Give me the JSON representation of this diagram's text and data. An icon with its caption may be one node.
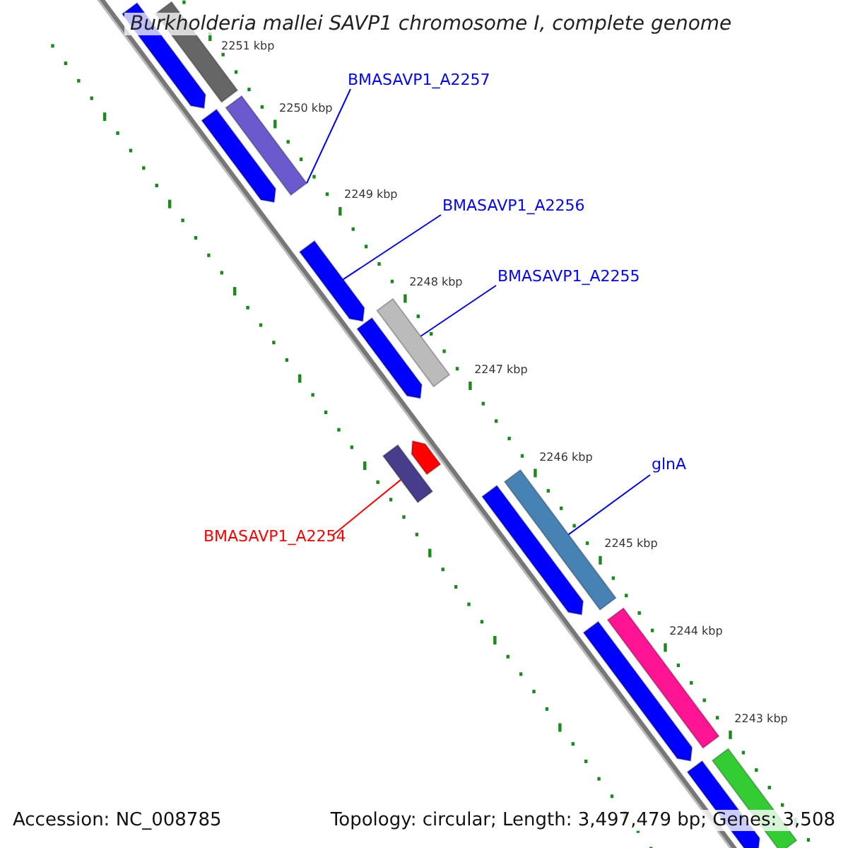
{
  "diagram": {
    "title": "Burkholderia mallei SAVP1 chromosome I, complete genome",
    "nodes": [
      {
        "text": [
          "BMASAVP1_A2257"
        ]
      },
      {
        "text": [],
        "shape": "bar"
      },
      {
        "text": [
          "BMASAVP1_A2256"
        ]
      },
      {
        "text": [],
        "shape": "arrow"
      },
      {
        "text": [
          "BMASAVP1_A2255"
        ]
      },
      {
        "text": [],
        "shape": "bar"
      },
      {
        "text": [
          "glnA"
        ]
      },
      {
        "text": [],
        "shape": "bar"
      },
      {
        "text": [
          "BMASAVP1_A2254"
        ]
      },
      {
        "text": [],
        "shape": "bar"
      },
      {
        "text": [],
        "shape": "bar"
      },
      {
        "text": [],
        "shape": "arrow"
      },
      {
        "text": [],
        "shape": "arrow"
      },
      {
        "text": [],
        "shape": "arrow"
      },
      {
        "text": [],
        "shape": "arrow"
      },
      {
        "text": [],
        "shape": "arrow"
      },
      {
        "text": [],
        "shape": "bar"
      },
      {
        "text": [],
        "shape": "arrow"
      },
      {
        "text": [],
        "shape": "bar"
      },
      {
        "text": [],
        "shape": "arrow"
      }
    ],
    "edges": [
      {
        "from": 0,
        "to": 1,
        "arrow": "none"
      },
      {
        "from": 2,
        "to": 3,
        "arrow": "none"
      },
      {
        "from": 4,
        "to": 5,
        "arrow": "none"
      },
      {
        "from": 6,
        "to": 7,
        "arrow": "none"
      },
      {
        "from": 8,
        "to": 9,
        "arrow": "none",
        "color": "#ff0000"
      }
    ],
    "labels": [
      "2251 kbp",
      "2250 kbp",
      "2249 kbp",
      "2248 kbp",
      "2247 kbp",
      "2246 kbp",
      "2245 kbp",
      "2244 kbp",
      "2243 kbp",
      "Accession: NC_008785",
      "Topology: circular; Length: 3,497,479 bp; Genes: 3,508"
    ]
  }
}
